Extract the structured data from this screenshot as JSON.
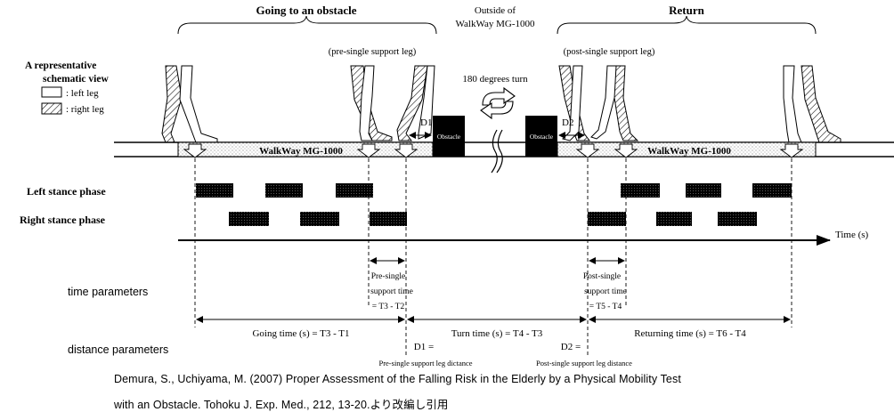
{
  "headers": {
    "going": "Going to an obstacle",
    "outside_line1": "Outside of",
    "outside_line2": "WalkWay MG-1000",
    "return": "Return"
  },
  "legend": {
    "title_line1": "A representative",
    "title_line2": "schematic view",
    "left_leg": ": left leg",
    "right_leg": ": right leg"
  },
  "labels": {
    "pre_single": "(pre-single support leg)",
    "post_single": "(post-single support leg)",
    "turn": "180 degrees turn",
    "d1": "D1",
    "d2": "D2",
    "obstacle": "Obstacle",
    "walkway": "WalkWay MG-1000"
  },
  "phases": {
    "left_stance": "Left stance phase",
    "right_stance": "Right stance phase",
    "time_axis": "Time (s)"
  },
  "time_parameters": {
    "title": "time parameters",
    "pre_single_line1": "Pre-single",
    "pre_single_line2": "support time",
    "pre_single_formula": "= T3 - T2",
    "post_single_line1": "Post-single",
    "post_single_line2": "support time",
    "post_single_formula": "= T5 - T4",
    "going_time": "Going time (s) = T3 - T1",
    "turn_time": "Turn time (s) = T4 - T3",
    "returning_time": "Returning time (s) = T6 - T4"
  },
  "distance_parameters": {
    "title": "distance parameters",
    "d1_eq": "D1 =",
    "d1_desc": "Pre-single support leg dictance",
    "d2_eq": "D2 =",
    "d2_desc": "Post-single support leg distance"
  },
  "caption": {
    "line1": "Demura, S., Uchiyama, M. (2007) Proper Assessment of the Falling Risk in the Elderly by a Physical Mobility Test",
    "line2": "with an Obstacle. Tohoku J. Exp. Med., 212, 13-20.より改編し引用"
  }
}
